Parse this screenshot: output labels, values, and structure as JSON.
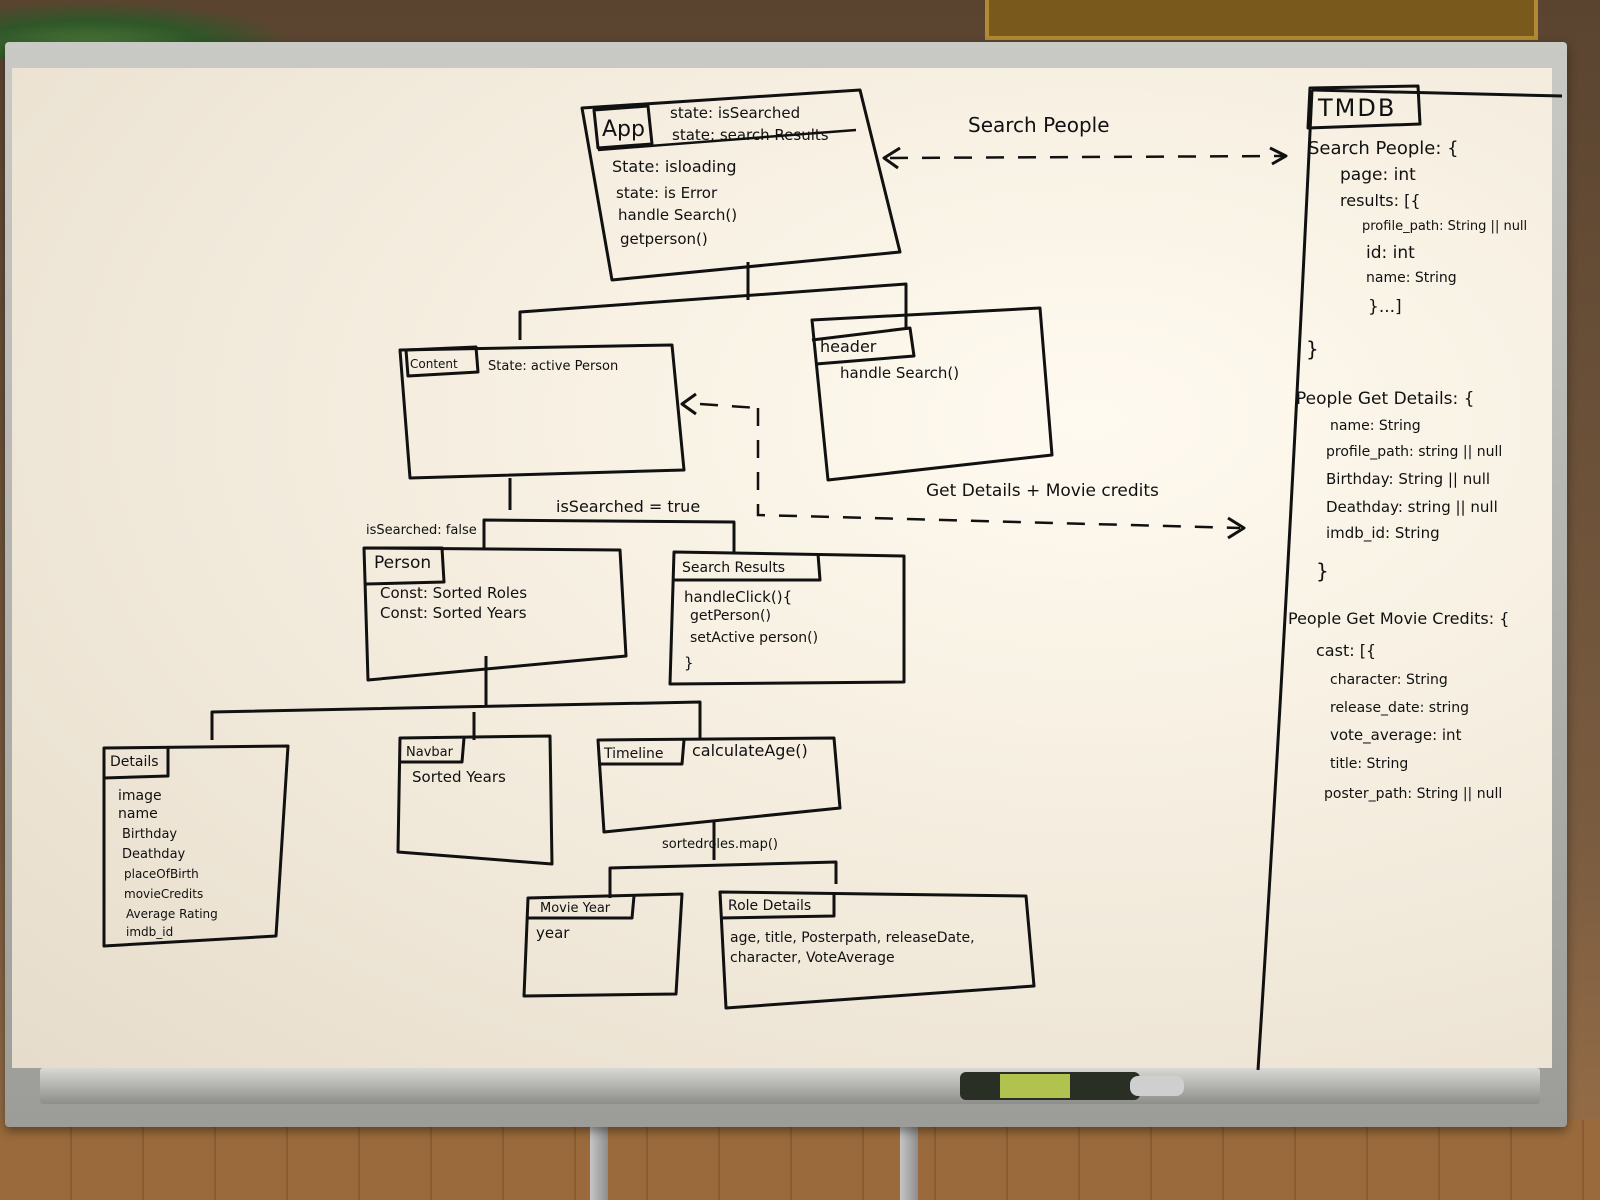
{
  "app_box": {
    "title": "App",
    "lines": [
      "state: isSearched",
      "state: search Results",
      "State: isloading",
      "state: is Error",
      "handle Search()",
      "getperson()"
    ]
  },
  "content_box": {
    "title": "Content",
    "state": "State: active Person"
  },
  "header_box": {
    "title": "header",
    "method": "handle Search()"
  },
  "person_box": {
    "title": "Person",
    "lines": [
      "Const: Sorted Roles",
      "Const: Sorted Years"
    ]
  },
  "search_results_box": {
    "title": "Search Results",
    "lines": [
      "handleClick(){",
      "getPerson()",
      "setActive person()",
      "}"
    ]
  },
  "details_box": {
    "title": "Details",
    "lines": [
      "image",
      "name",
      "Birthday",
      "Deathday",
      "placeOfBirth",
      "movieCredits",
      "Average Rating",
      "imdb_id"
    ]
  },
  "navbar_box": {
    "title": "Navbar",
    "lines": [
      "Sorted Years"
    ]
  },
  "timeline_box": {
    "title": "Timeline",
    "method": "calculateAge()"
  },
  "movie_year_box": {
    "title": "Movie Year",
    "lines": [
      "year"
    ]
  },
  "role_details_box": {
    "title": "Role Details",
    "lines": [
      "age, title, Posterpath, releaseDate,",
      "character, VoteAverage"
    ]
  },
  "edge_labels": {
    "search_people": "Search People",
    "get_details": "Get Details + Movie credits",
    "is_searched_false": "isSearched: false",
    "is_searched_true": "isSearched = true",
    "sorted_roles_map": "sortedroles.map()"
  },
  "tmdb": {
    "title": "TMDB",
    "lines": [
      "Search People: {",
      "page: int",
      "results: [{",
      "profile_path: String || null",
      "id: int",
      "name: String",
      "}...]",
      "}",
      "People Get Details: {",
      "name: String",
      "profile_path: string || null",
      "Birthday: String || null",
      "Deathday: string || null",
      "imdb_id: String",
      "}",
      "People Get Movie Credits: {",
      "cast: [{",
      "character: String",
      "release_date: string",
      "vote_average: int",
      "title: String",
      "poster_path: String || null"
    ]
  },
  "colors": {
    "ink": "#111111",
    "board": "#f6efe1"
  }
}
